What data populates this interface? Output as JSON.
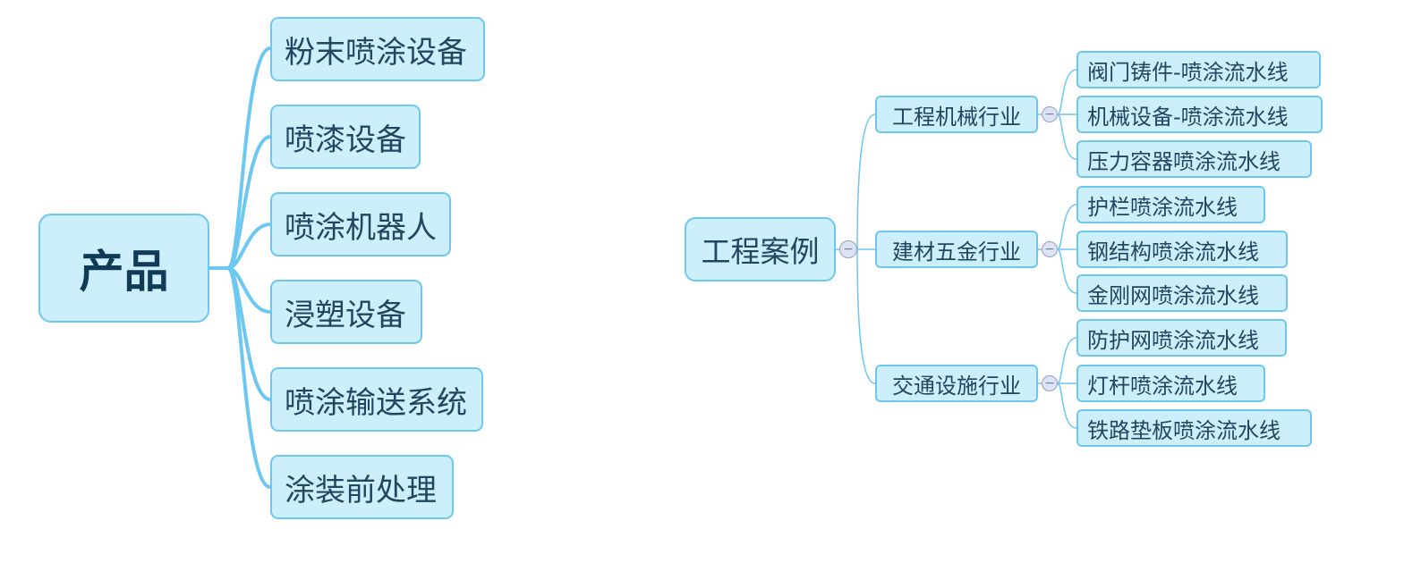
{
  "left_map": {
    "root": "产品",
    "children": [
      "粉末喷涂设备",
      "喷漆设备",
      "喷涂机器人",
      "浸塑设备",
      "喷涂输送系统",
      "涂装前处理"
    ]
  },
  "right_map": {
    "root": "工程案例",
    "categories": [
      {
        "label": "工程机械行业",
        "items": [
          "阀门铸件-喷涂流水线",
          "机械设备-喷涂流水线",
          "压力容器喷涂流水线"
        ]
      },
      {
        "label": "建材五金行业",
        "items": [
          "护栏喷涂流水线",
          "钢结构喷涂流水线",
          "金刚网喷涂流水线"
        ]
      },
      {
        "label": "交通设施行业",
        "items": [
          "防护网喷涂流水线",
          "灯杆喷涂流水线",
          "铁路垫板喷涂流水线"
        ]
      }
    ],
    "collapse_symbol": "−"
  },
  "colors": {
    "node_fill": "#cdeefb",
    "node_border": "#6cc8f0",
    "connector": "#6cc8f0",
    "toggle_fill": "#dde3f3"
  }
}
